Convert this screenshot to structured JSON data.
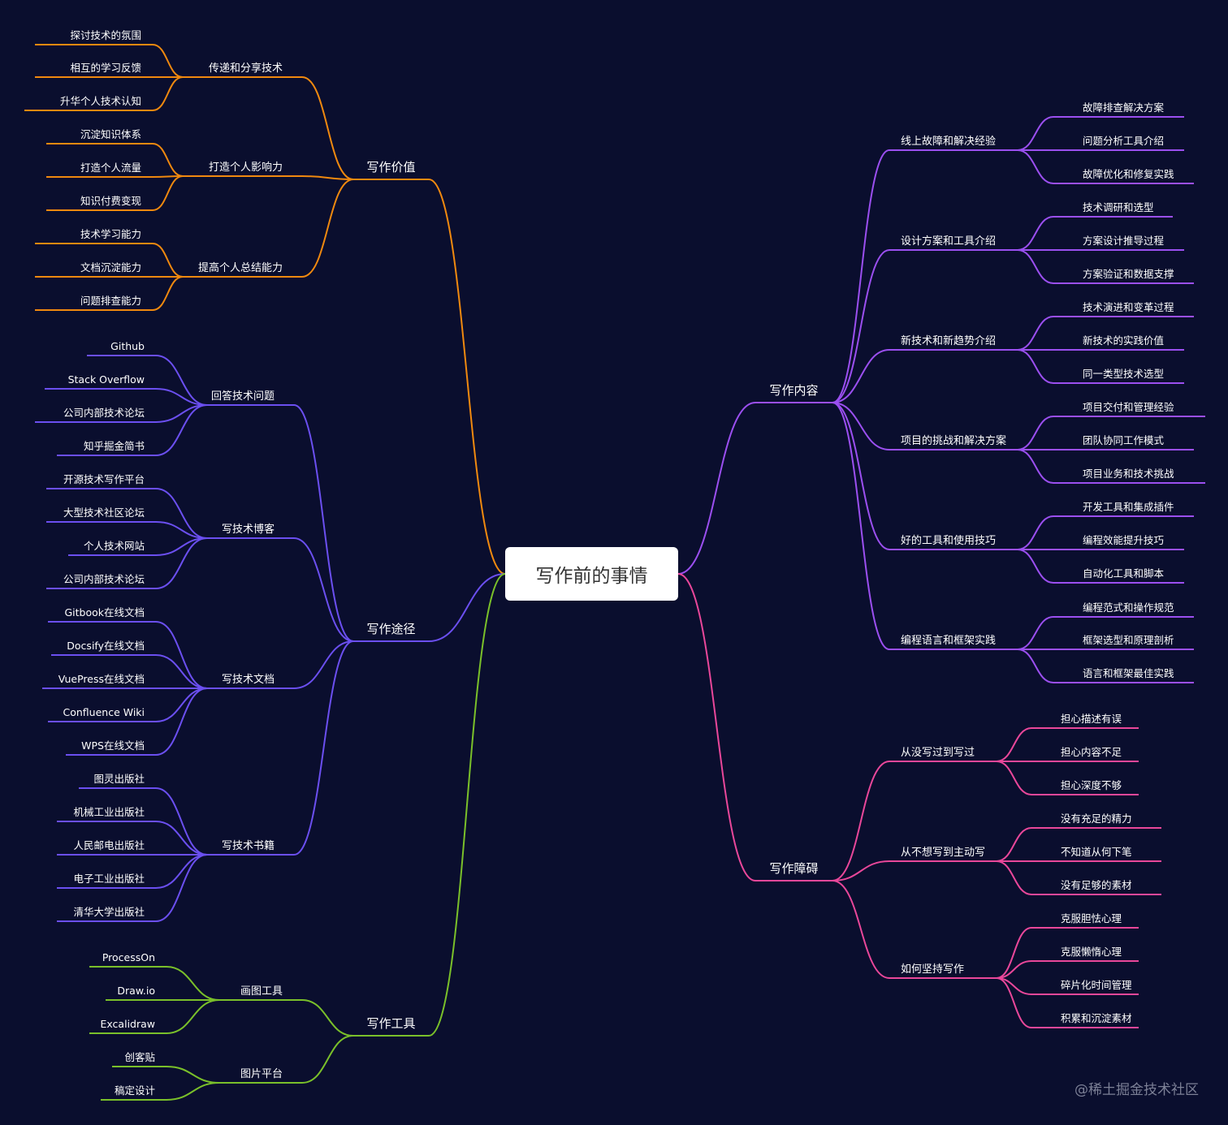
{
  "root": "写作前的事情",
  "watermark": "@稀土掘金技术社区",
  "colors": {
    "background": "#0a0e2e",
    "orange": "#f0890f",
    "purple_light": "#9b4ff0",
    "purple_blue": "#6b4ff0",
    "green": "#7ac02a",
    "pink": "#e9479a"
  },
  "branches": [
    {
      "label": "写作价值",
      "side": "left",
      "color": "#f0890f",
      "children": [
        {
          "label": "传递和分享技术",
          "children": [
            "探讨技术的氛围",
            "相互的学习反馈",
            "升华个人技术认知"
          ]
        },
        {
          "label": "打造个人影响力",
          "children": [
            "沉淀知识体系",
            "打造个人流量",
            "知识付费变现"
          ]
        },
        {
          "label": "提高个人总结能力",
          "children": [
            "技术学习能力",
            "文档沉淀能力",
            "问题排查能力"
          ]
        }
      ]
    },
    {
      "label": "写作途径",
      "side": "left",
      "color": "#6b4ff0",
      "children": [
        {
          "label": "回答技术问题",
          "children": [
            "Github",
            "Stack Overflow",
            "公司内部技术论坛",
            "知乎掘金简书"
          ]
        },
        {
          "label": "写技术博客",
          "children": [
            "开源技术写作平台",
            "大型技术社区论坛",
            "个人技术网站",
            "公司内部技术论坛"
          ]
        },
        {
          "label": "写技术文档",
          "children": [
            "Gitbook在线文档",
            "Docsify在线文档",
            "VuePress在线文档",
            "Confluence Wiki",
            "WPS在线文档"
          ]
        },
        {
          "label": "写技术书籍",
          "children": [
            "图灵出版社",
            "机械工业出版社",
            "人民邮电出版社",
            "电子工业出版社",
            "清华大学出版社"
          ]
        }
      ]
    },
    {
      "label": "写作工具",
      "side": "left",
      "color": "#7ac02a",
      "children": [
        {
          "label": "画图工具",
          "children": [
            "ProcessOn",
            "Draw.io",
            "Excalidraw"
          ]
        },
        {
          "label": "图片平台",
          "children": [
            "创客贴",
            "稿定设计"
          ]
        }
      ]
    },
    {
      "label": "写作内容",
      "side": "right",
      "color": "#9b4ff0",
      "children": [
        {
          "label": "线上故障和解决经验",
          "children": [
            "故障排查解决方案",
            "问题分析工具介绍",
            "故障优化和修复实践"
          ]
        },
        {
          "label": "设计方案和工具介绍",
          "children": [
            "技术调研和选型",
            "方案设计推导过程",
            "方案验证和数据支撑"
          ]
        },
        {
          "label": "新技术和新趋势介绍",
          "children": [
            "技术演进和变革过程",
            "新技术的实践价值",
            "同一类型技术选型"
          ]
        },
        {
          "label": "项目的挑战和解决方案",
          "children": [
            "项目交付和管理经验",
            "团队协同工作模式",
            "项目业务和技术挑战"
          ]
        },
        {
          "label": "好的工具和使用技巧",
          "children": [
            "开发工具和集成插件",
            "编程效能提升技巧",
            "自动化工具和脚本"
          ]
        },
        {
          "label": "编程语言和框架实践",
          "children": [
            "编程范式和操作规范",
            "框架选型和原理剖析",
            "语言和框架最佳实践"
          ]
        }
      ]
    },
    {
      "label": "写作障碍",
      "side": "right",
      "color": "#e9479a",
      "children": [
        {
          "label": "从没写过到写过",
          "children": [
            "担心描述有误",
            "担心内容不足",
            "担心深度不够"
          ]
        },
        {
          "label": "从不想写到主动写",
          "children": [
            "没有充足的精力",
            "不知道从何下笔",
            "没有足够的素材"
          ]
        },
        {
          "label": "如何坚持写作",
          "children": [
            "克服胆怯心理",
            "克服懒惰心理",
            "碎片化时间管理",
            "积累和沉淀素材"
          ]
        }
      ]
    }
  ]
}
